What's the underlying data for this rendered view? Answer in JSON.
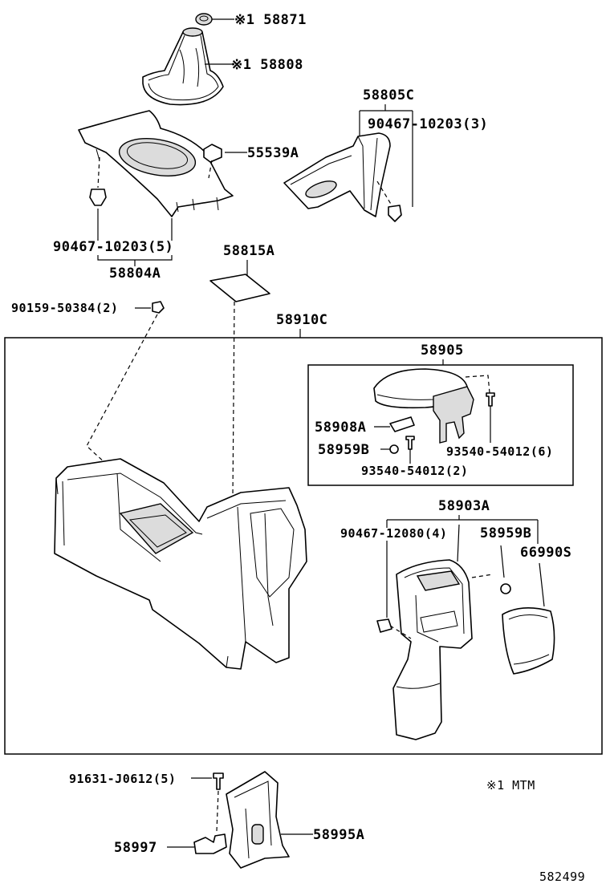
{
  "labels": {
    "p58871": "※1 58871",
    "p58808": "※1 58808",
    "p58805c": "58805C",
    "p90467_10203_3": "90467-10203(3)",
    "p55539a": "55539A",
    "p90467_10203_5": "90467-10203(5)",
    "p58804a": "58804A",
    "p58815a": "58815A",
    "p90159_50384": "90159-50384(2)",
    "p58910c": "58910C",
    "p58905": "58905",
    "p58908a": "58908A",
    "p58959b_upper": "58959B",
    "p93540_54012_6": "93540-54012(6)",
    "p93540_54012_2": "93540-54012(2)",
    "p58903a": "58903A",
    "p90467_12080": "90467-12080(4)",
    "p58959b_lower": "58959B",
    "p66990s": "66990S",
    "p91631": "91631-J0612(5)",
    "p58997": "58997",
    "p58995a": "58995A"
  },
  "note": "※1 MTM",
  "diagram_id": "582499"
}
